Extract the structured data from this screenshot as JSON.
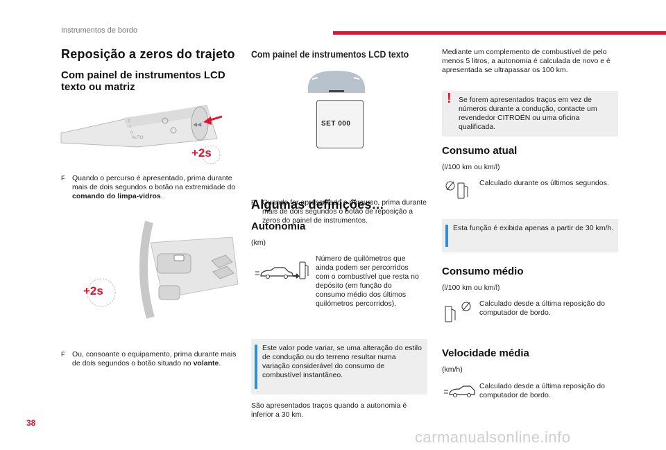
{
  "header": {
    "section": "Instrumentos de bordo"
  },
  "page_number": "38",
  "watermark": "carmanualsonline.info",
  "col1": {
    "title": "Reposição a zeros do trajeto",
    "subtitle": "Com painel de instrumentos LCD texto ou matriz",
    "badge": "+2s",
    "bullet_marker": "F",
    "bullet1_pre": "Quando o percurso é apresentado, prima durante mais de dois segundos o botão na extremidade do ",
    "bullet1_bold": "comando do limpa-vidros",
    "bullet1_post": ".",
    "bullet2_pre": "Ou, consoante o equipamento, prima durante mais de dois segundos o botão situado no ",
    "bullet2_bold": "volante",
    "bullet2_post": "."
  },
  "col2": {
    "title": "Com painel de instrumentos LCD texto",
    "display_text": "SET 000",
    "bullet_marker": "F",
    "bullet1": "Quando for apresentado o percurso, prima durante mais de dois segundos o botão de reposição a zeros do painel de instrumentos.",
    "section_title": "Algumas definições…",
    "autonomia_title": "Autonomia",
    "autonomia_unit": "(km)",
    "autonomia_text": "Número de quilómetros que ainda podem ser percorridos com o combustível que resta no depósito (em função do consumo médio dos últimos quilómetros percorridos).",
    "info1": "Este valor pode variar, se uma alteração do estilo de condução ou do terreno resultar numa variação considerável do consumo de combustível instantâneo.",
    "footer_text": "São apresentados traços quando a autonomia é inferior a 30 km."
  },
  "col3": {
    "intro": "Mediante um complemento de combustível de pelo menos 5 litros, a autonomia é calculada de novo e é apresentada se ultrapassar os 100 km.",
    "warning": "Se forem apresentados traços em vez de números durante a condução, contacte um revendedor CITROËN ou uma oficina qualificada.",
    "consumo_atual_title": "Consumo atual",
    "consumo_atual_unit": "(l/100 km ou km/l)",
    "consumo_atual_text": "Calculado durante os últimos segundos.",
    "info2": "Esta função é exibida apenas a partir de 30 km/h.",
    "consumo_medio_title": "Consumo médio",
    "consumo_medio_unit": "(l/100 km ou km/l)",
    "consumo_medio_text": "Calculado desde a última reposição do computador de bordo.",
    "velocidade_title": "Velocidade média",
    "velocidade_unit": "(km/h)",
    "velocidade_text": "Calculado desde a última reposição do computador de bordo."
  },
  "colors": {
    "accent_red": "#e8112d",
    "info_blue": "#2f8fd6",
    "info_bg": "#eeeeef"
  }
}
